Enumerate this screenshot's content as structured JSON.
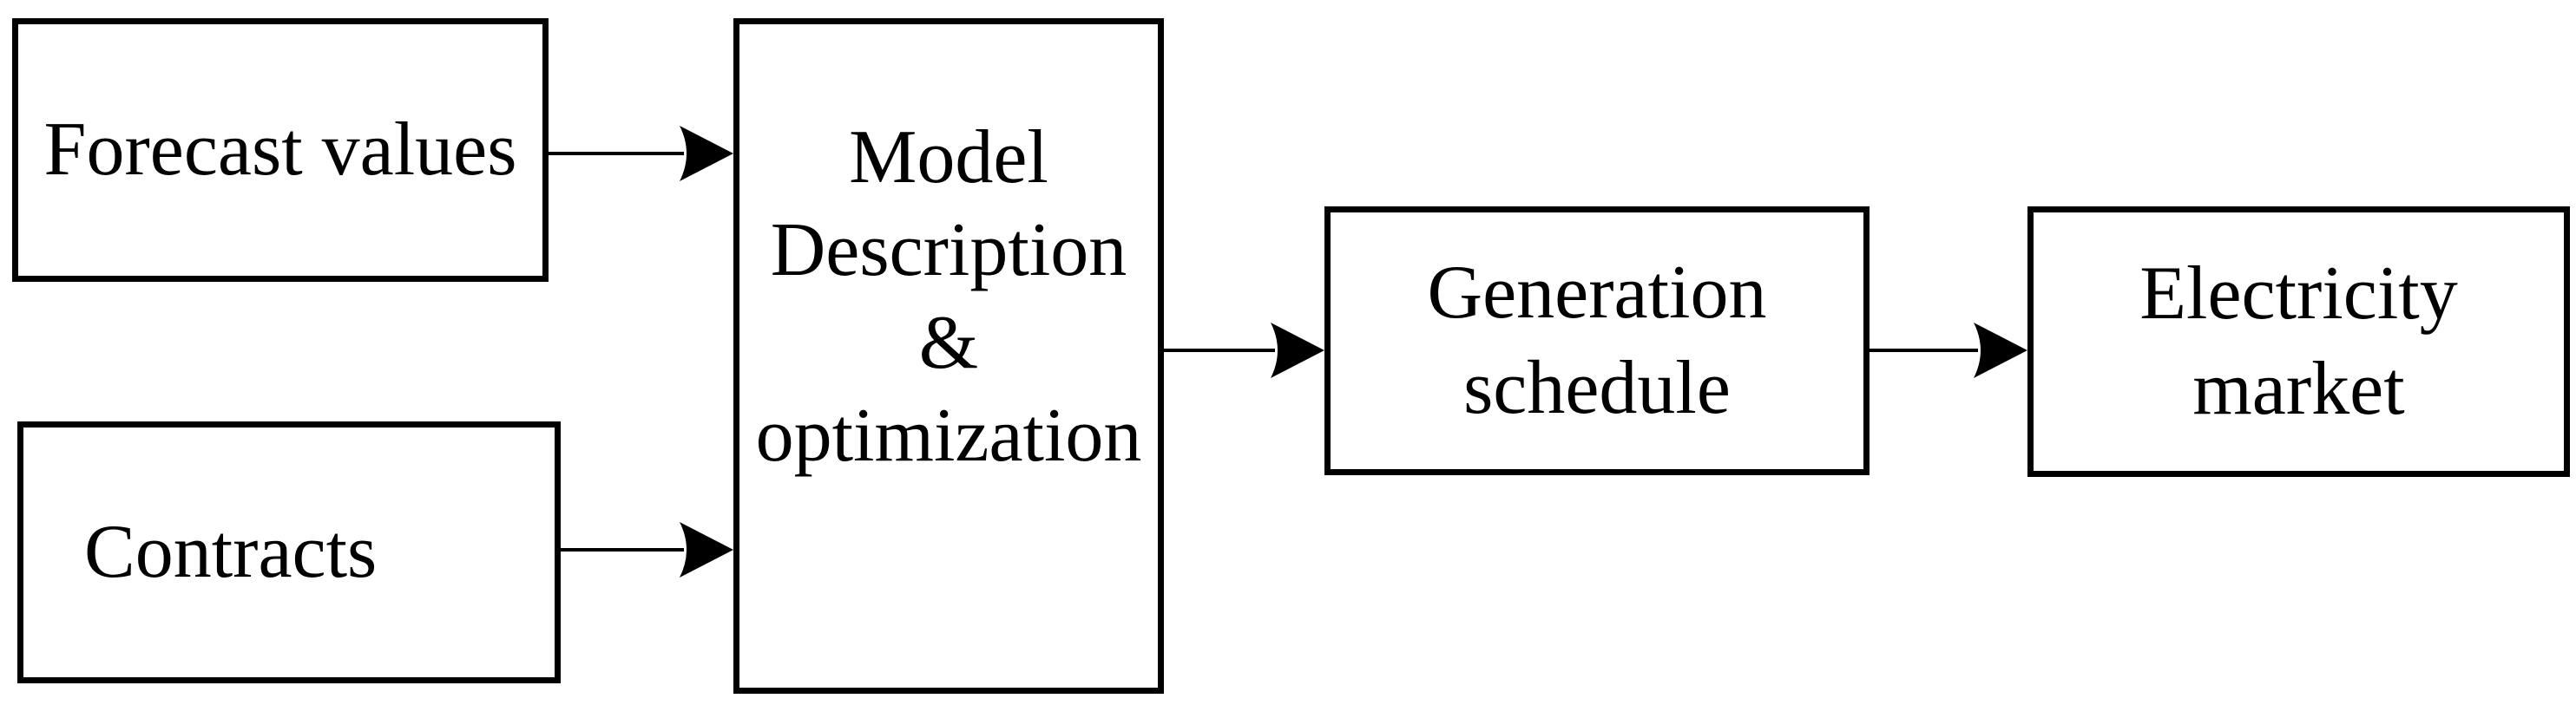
{
  "diagram": {
    "background_color": "#ffffff",
    "line_color": "#000000",
    "box_fill_color": "#ffffff",
    "nodes": {
      "forecast_values": {
        "label": "Forecast values"
      },
      "contracts": {
        "label": "Contracts"
      },
      "model": {
        "label": "Model\nDescription\n&\noptimization"
      },
      "generation_schedule": {
        "label": "Generation\nschedule"
      },
      "electricity_market": {
        "label": "Electricity\nmarket"
      }
    },
    "edges": [
      {
        "from": "Forecast values",
        "to": "Model Description & optimization",
        "description": "Forecast values to Model Description & optimization"
      },
      {
        "from": "Contracts",
        "to": "Model Description & optimization",
        "description": "Contracts to Model Description & optimization"
      },
      {
        "from": "Model Description & optimization",
        "to": "Generation schedule",
        "description": "Model Description & optimization to Generation schedule"
      },
      {
        "from": "Generation schedule",
        "to": "Electricity market",
        "description": "Generation schedule to Electricity market"
      }
    ]
  }
}
